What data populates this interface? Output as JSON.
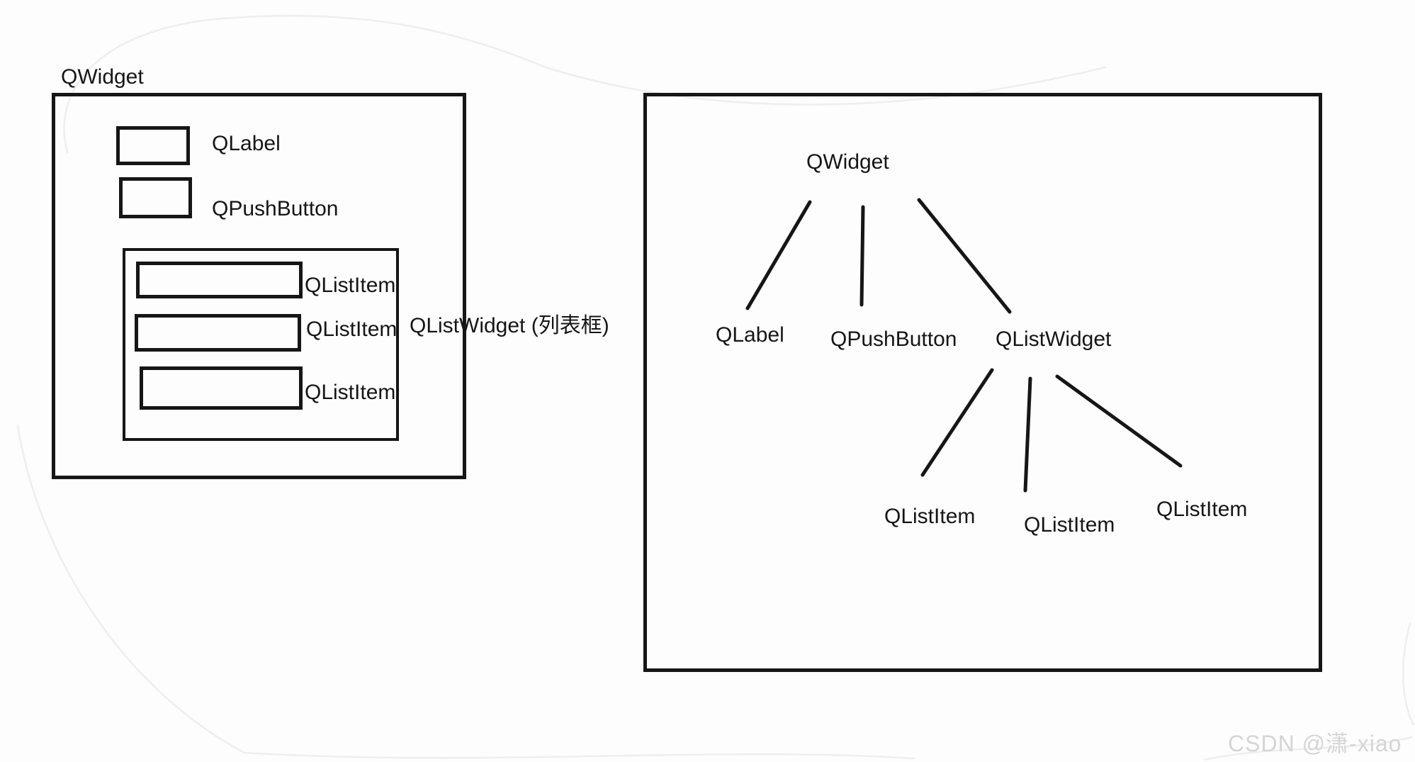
{
  "colors": {
    "paper": "#fdfdfd",
    "ink": "#161616",
    "watermark": "#d5d5d7",
    "artifact": "#eeeeee"
  },
  "left_panel": {
    "title": "QWidget",
    "widgets": [
      {
        "label": "QLabel"
      },
      {
        "label": "QPushButton"
      }
    ],
    "list_widget": {
      "label": "QListWidget (列表框)",
      "items": [
        {
          "label": "QListItem"
        },
        {
          "label": "QListItem"
        },
        {
          "label": "QListItem"
        }
      ]
    }
  },
  "right_panel": {
    "root": "QWidget",
    "children": [
      {
        "label": "QLabel"
      },
      {
        "label": "QPushButton"
      },
      {
        "label": "QListWidget"
      }
    ],
    "grandchildren": [
      {
        "label": "QListItem"
      },
      {
        "label": "QListItem"
      },
      {
        "label": "QListItem"
      }
    ]
  },
  "watermark": "CSDN @潇-xiao"
}
